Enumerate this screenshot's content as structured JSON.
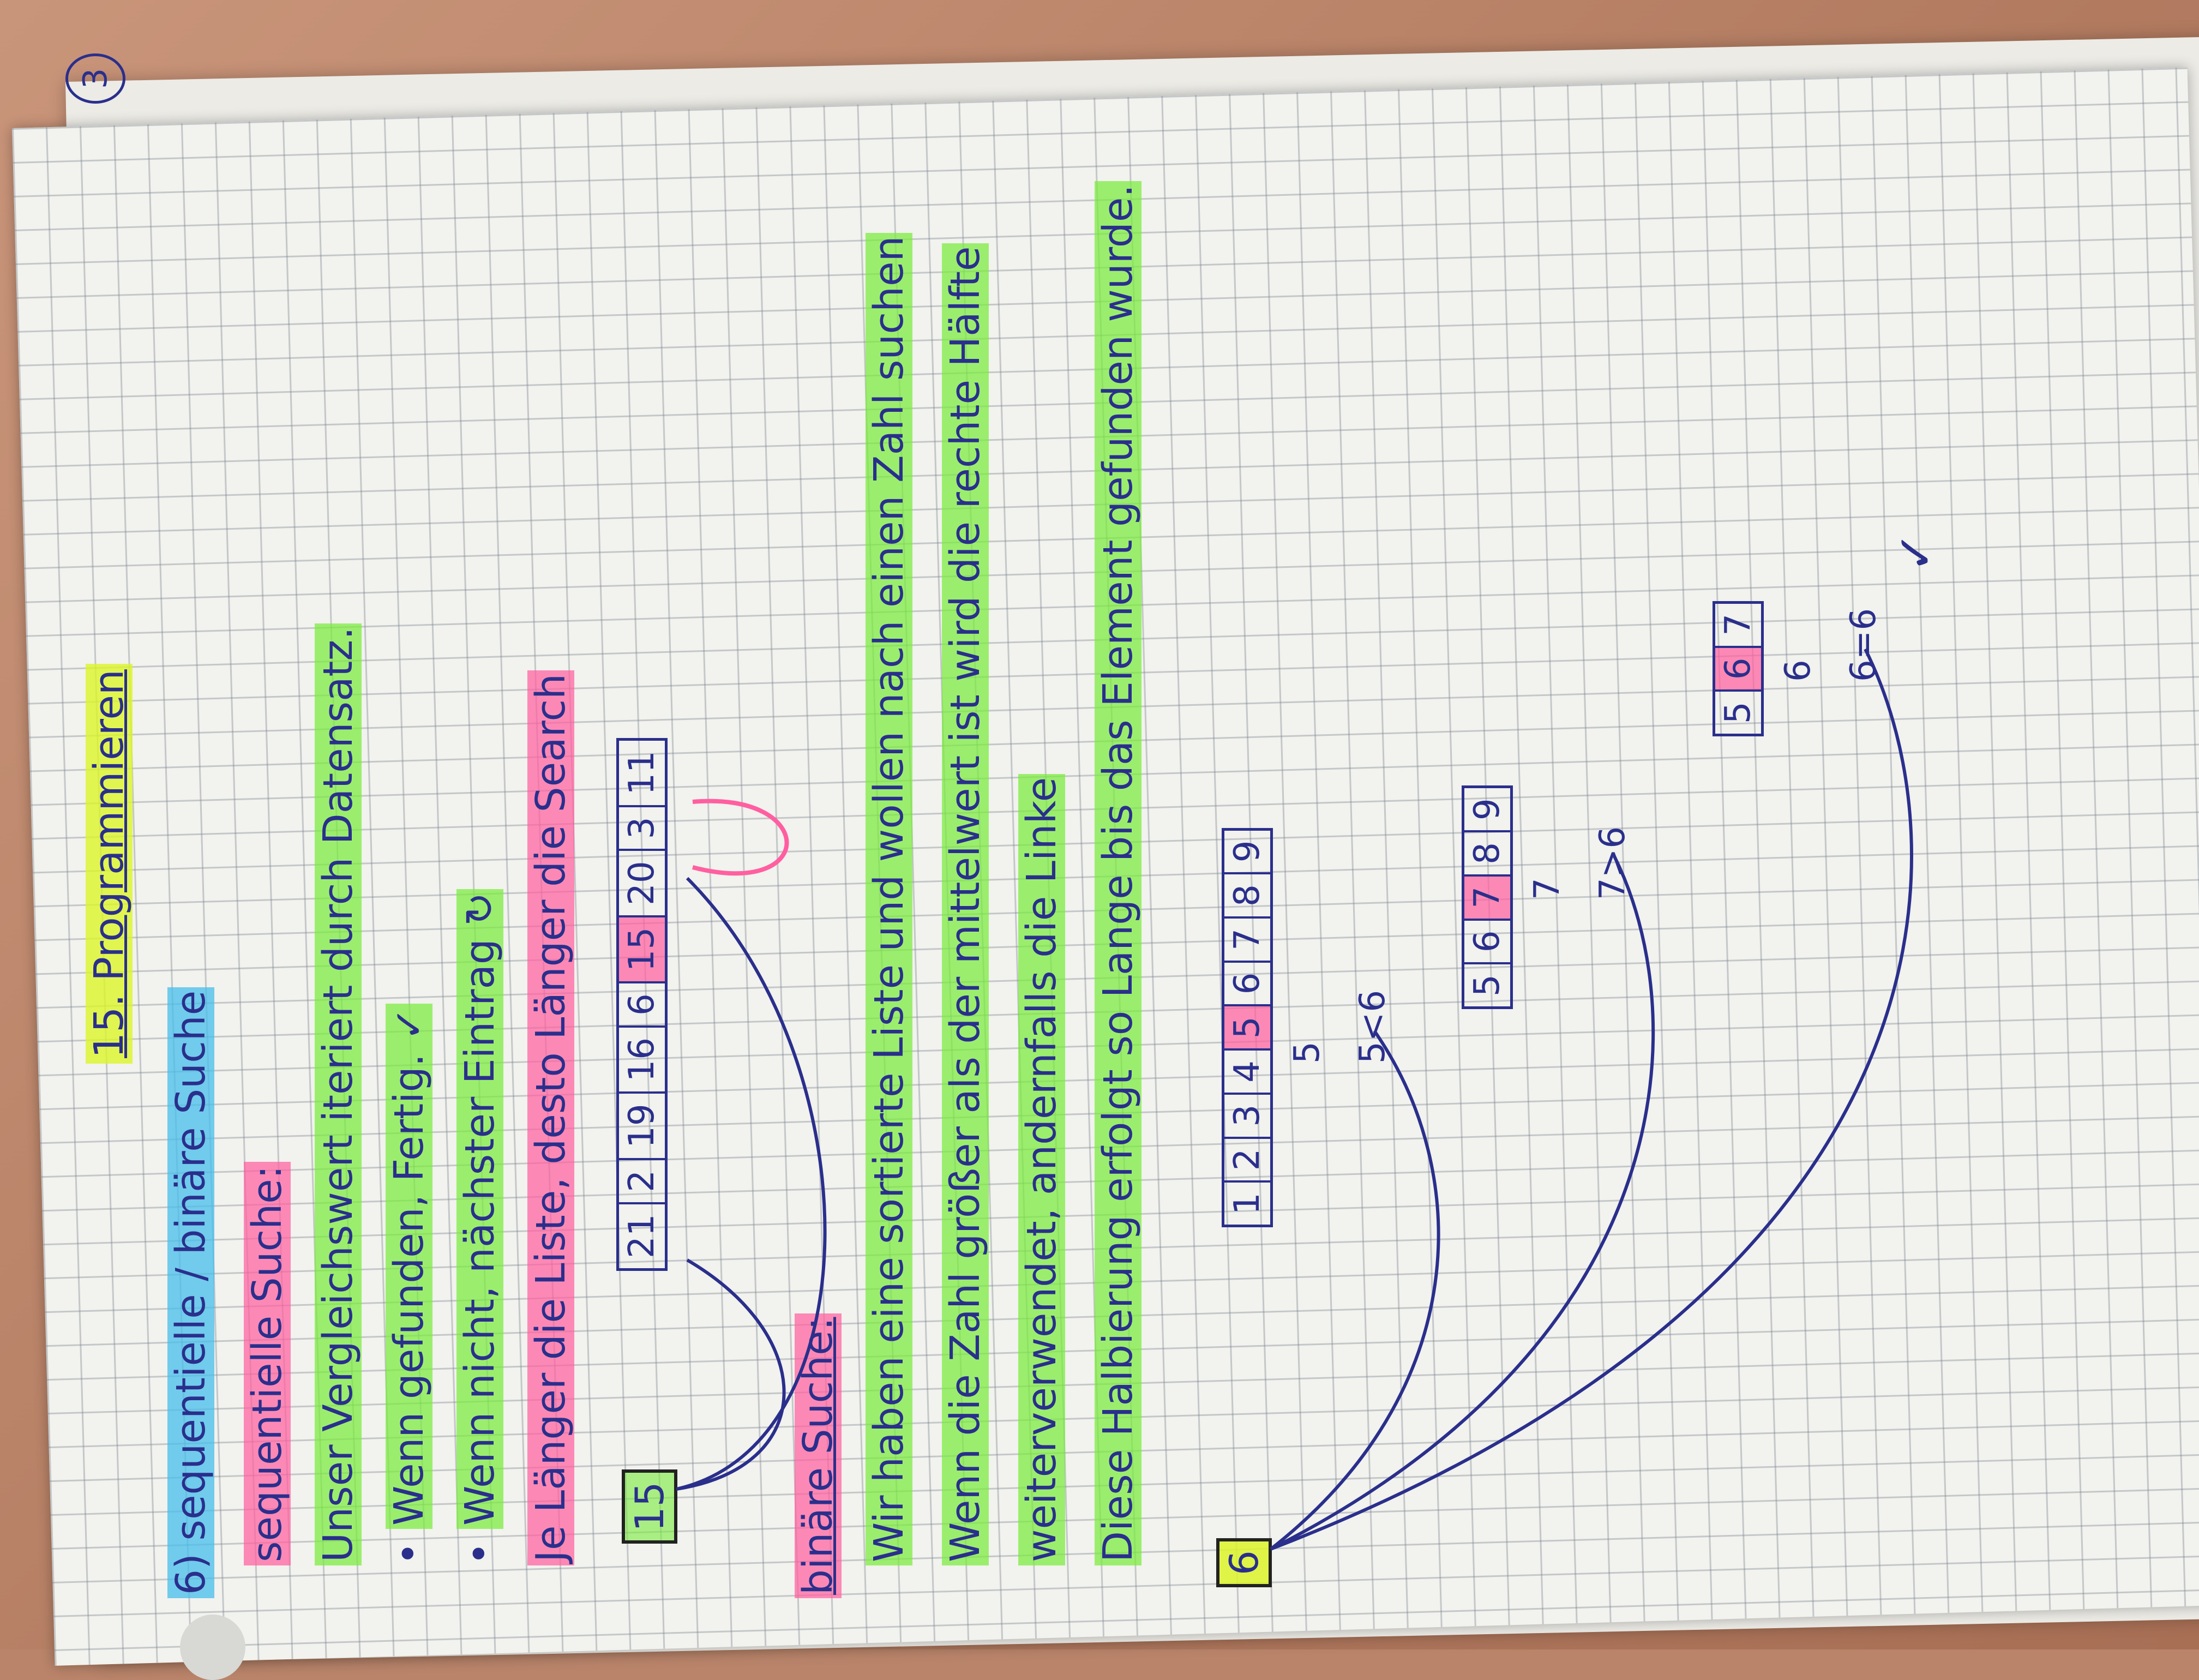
{
  "page_number": "3",
  "title": "15. Programmieren",
  "heading": "6) sequentielle / binäre Suche",
  "sequential": {
    "heading": "sequentielle Suche:",
    "line1": "Unser Vergleichswert iteriert durch Datensatz.",
    "bullet1": "Wenn gefunden, Fertig. ✓",
    "bullet2": "Wenn nicht, nächster Eintrag ↻",
    "line4": "Je Länger die Liste, desto Länger die Search",
    "search_value": "15",
    "array": [
      "21",
      "2",
      "19",
      "16",
      "6",
      "15",
      "20",
      "3",
      "11"
    ],
    "found_value": "15"
  },
  "binary": {
    "heading": "binäre Suche:",
    "line1": "Wir haben eine sortierte Liste und wollen nach einen Zahl suchen",
    "line2": "Wenn die Zahl größer als der mittelwert ist wird die rechte Hälfte",
    "line3": "weiterverwendet, andernfalls die Linke",
    "line4": "Diese Halbierung erfolgt so Lange bis das Element gefunden wurde.",
    "search_value": "6",
    "steps": [
      {
        "array": [
          "1",
          "2",
          "3",
          "4",
          "5",
          "6",
          "7",
          "8",
          "9"
        ],
        "mid": "5",
        "comparison": "5<6"
      },
      {
        "array": [
          "5",
          "6",
          "7",
          "8",
          "9"
        ],
        "mid": "7",
        "comparison": "7>6"
      },
      {
        "array": [
          "5",
          "6",
          "7"
        ],
        "mid": "6",
        "comparison": "6=6"
      }
    ],
    "done_mark": "✓"
  },
  "colors": {
    "ink": "#2a2f8c",
    "highlight_green": "#78eb3c",
    "highlight_pink": "#ff5fa0",
    "highlight_blue": "#46bee8",
    "highlight_yellow": "#dcf528"
  }
}
